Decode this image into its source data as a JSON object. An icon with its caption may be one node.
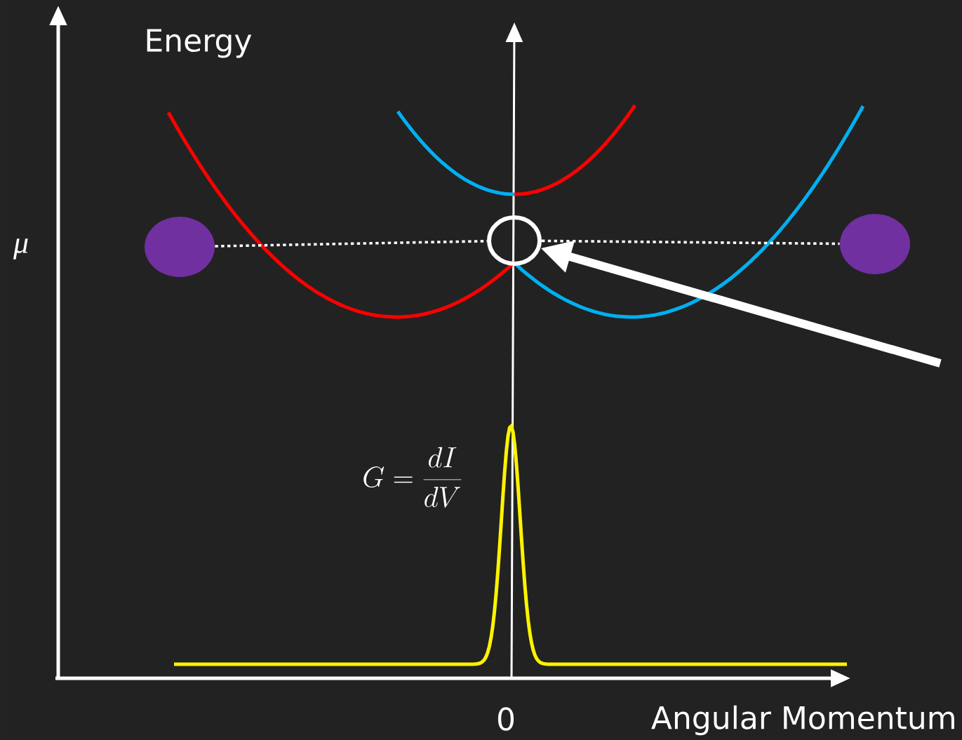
{
  "diagram": {
    "nodes": [
      {
        "text": [],
        "shape": "circle"
      },
      {
        "text": [],
        "shape": "circle"
      },
      {
        "text": [],
        "shape": "circle"
      }
    ],
    "edges": [
      {
        "from": 0,
        "to": 1,
        "arrow": "none",
        "style": "dashed"
      },
      {
        "from": 1,
        "to": 2,
        "arrow": "none",
        "style": "dashed"
      },
      {
        "from": null,
        "to": 1,
        "arrow": "to",
        "style": "thick"
      }
    ],
    "labels": [
      "Energy",
      "μ",
      "G = \\frac{dI}{dV}",
      "0",
      "Angular Momentum"
    ]
  }
}
